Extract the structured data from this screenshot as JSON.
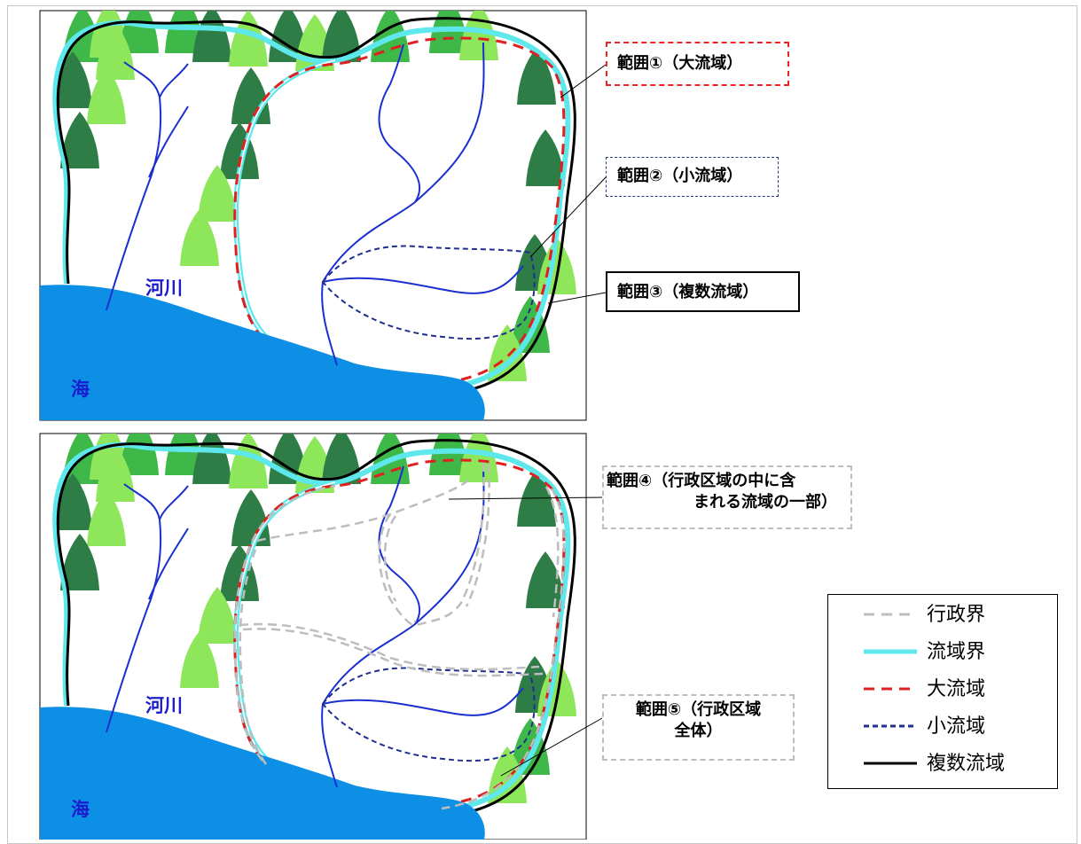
{
  "map_labels": {
    "river": "河川",
    "sea": "海"
  },
  "callouts": {
    "range1": "範囲①（大流域）",
    "range2": "範囲②（小流域）",
    "range3": "範囲③（複数流域）",
    "range4_line1": "範囲④（行政区域の中に含",
    "range4_line2": "まれる流域の一部）",
    "range5_line1": "範囲⑤（行政区域",
    "range5_line2": "全体）"
  },
  "legend": [
    {
      "label": "行政界",
      "style": "gray-dashed",
      "color": "#bdbdbd"
    },
    {
      "label": "流域界",
      "style": "cyan-solid",
      "color": "#5ee8ec"
    },
    {
      "label": "大流域",
      "style": "red-dashed",
      "color": "#e02020"
    },
    {
      "label": "小流域",
      "style": "navy-dashed",
      "color": "#1f2f8f"
    },
    {
      "label": "複数流域",
      "style": "black-solid",
      "color": "#000000"
    }
  ],
  "colors": {
    "sea": "#0d8fe6",
    "river": "#1a2fd0",
    "tree_light": "#8ee65a",
    "tree_mid": "#3fb84a",
    "tree_dark": "#2e7d46"
  }
}
